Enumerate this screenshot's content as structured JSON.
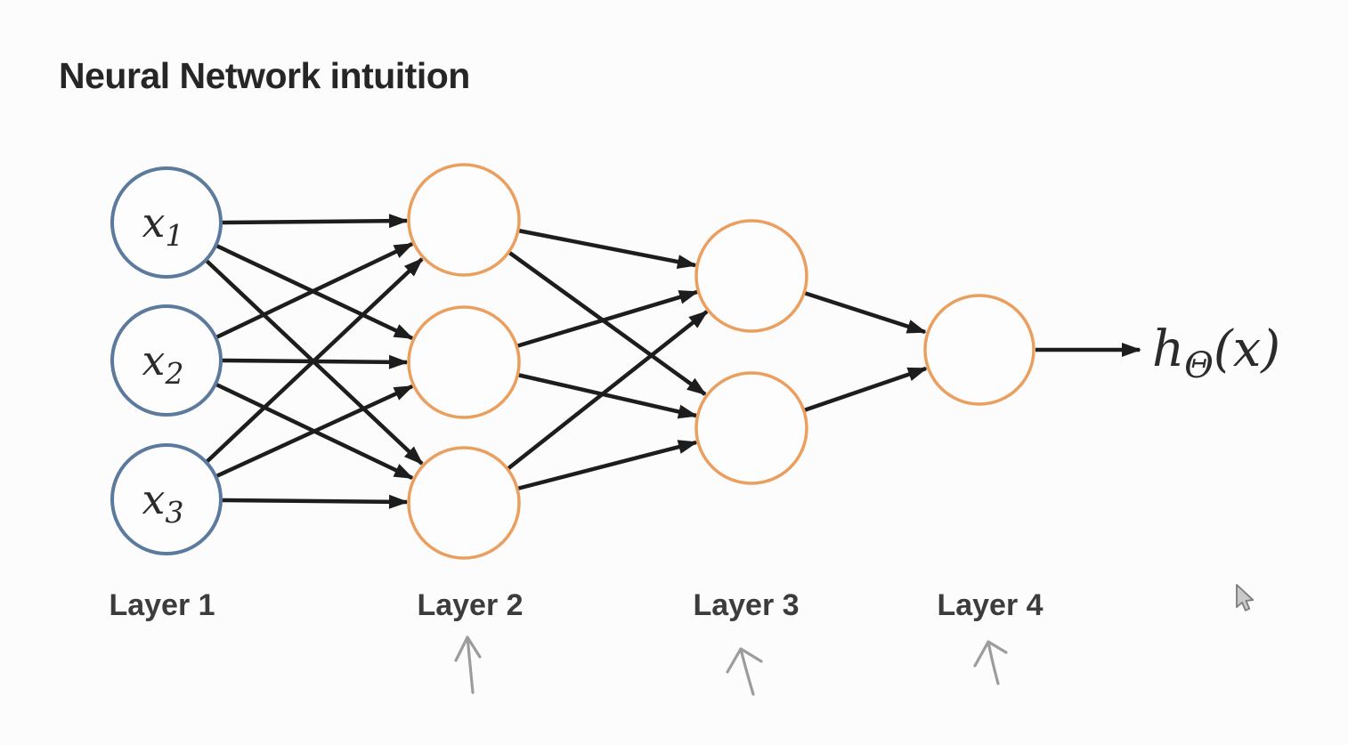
{
  "title": "Neural Network intuition",
  "diagram": {
    "layers": [
      {
        "label": "Layer 1",
        "role": "input layer",
        "node_count": 3
      },
      {
        "label": "Layer 2",
        "role": "hidden layer",
        "node_count": 3
      },
      {
        "label": "Layer 3",
        "role": "hidden layer",
        "node_count": 2
      },
      {
        "label": "Layer 4",
        "role": "output layer",
        "node_count": 1
      }
    ],
    "input_nodes": [
      {
        "base": "x",
        "sub": "1"
      },
      {
        "base": "x",
        "sub": "2"
      },
      {
        "base": "x",
        "sub": "3"
      }
    ],
    "output_label": {
      "base": "h",
      "sub": "Θ",
      "suffix": "(x)"
    },
    "connectivity": "every node connects with an arrow to every node of the next layer"
  },
  "annotations": {
    "hand_drawn_up_arrows_under": [
      "Layer 2",
      "Layer 3",
      "Layer 4"
    ],
    "cursor": "mouse-pointer-arrow near bottom right"
  },
  "colors": {
    "background": "#fcfcfc",
    "input_node_stroke": "#5b7a9d",
    "hidden_node_stroke": "#eb9f5e",
    "edge": "#1d1d1d",
    "title_text": "#262626",
    "layer_label_text": "#3c3c3c",
    "annotation_gray": "#9c9c9c"
  }
}
